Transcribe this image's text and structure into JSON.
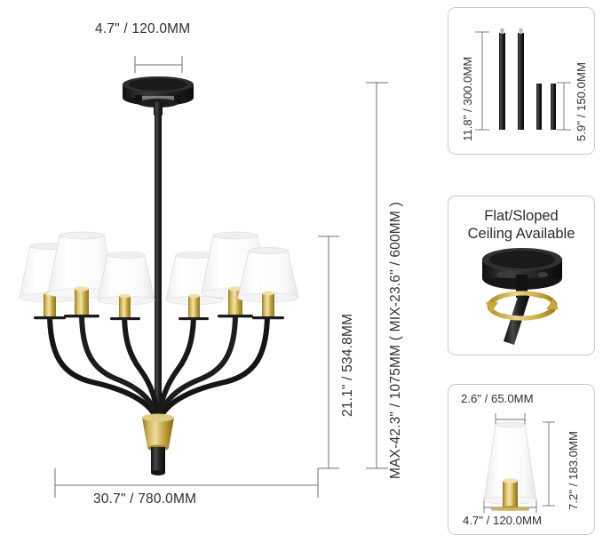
{
  "document": {
    "type": "product-dimension-diagram",
    "product": "6-light chandelier",
    "background_color": "#ffffff"
  },
  "colors": {
    "metal_black": "#1a1a1a",
    "metal_black_light": "#3a3a3a",
    "gold": "#c6a43a",
    "gold_light": "#e3cf86",
    "gold_dark": "#9a7c22",
    "shade_white": "#fdfdfd",
    "shade_edge": "#dcdcdc",
    "dim_line": "#6f6f6f",
    "panel_border": "#c9c9c9",
    "text": "#2b2b2b"
  },
  "main_diagram": {
    "name": "chandelier-front-view",
    "dimensions": {
      "canopy_width": "4.7\" / 120.0MM",
      "fixture_width": "30.7\" / 780.0MM",
      "body_height": "21.1\" / 534.8MM",
      "overall_height": "MAX-42.3\" / 1075MM  ( MIX-23.6\" / 600MM )"
    },
    "arm_count": 6,
    "shade_count": 6
  },
  "panels": [
    {
      "id": "rods",
      "name": "extension-rods-panel",
      "labels": {
        "long_rod": "11.8\" / 300.0MM",
        "short_rod": "5.9\" / 150.0MM"
      },
      "rod_counts": {
        "long": 2,
        "short": 2
      }
    },
    {
      "id": "ceiling",
      "name": "ceiling-compatibility-panel",
      "title": "Flat/Sloped\nCeiling Available"
    },
    {
      "id": "shade",
      "name": "lamp-shade-panel",
      "labels": {
        "top_diameter": "2.6\" / 65.0MM",
        "height": "7.2\" / 183.0MM",
        "bottom_diameter": "4.7\" / 120.0MM"
      }
    }
  ]
}
